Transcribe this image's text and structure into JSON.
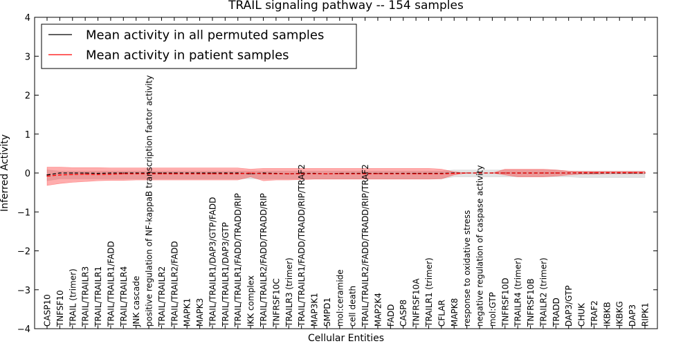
{
  "chart_data": {
    "type": "line",
    "title": "TRAIL signaling pathway -- 154 samples",
    "xlabel": "Cellular Entities",
    "ylabel": "Inferred Activity",
    "ylim": [
      -4,
      4
    ],
    "yticks": [
      -4,
      -3,
      -2,
      -1,
      0,
      1,
      2,
      3,
      4
    ],
    "ytick_labels": [
      "−4",
      "−3",
      "−2",
      "−1",
      "0",
      "1",
      "2",
      "3",
      "4"
    ],
    "grid": false,
    "legend_position": "top-left",
    "categories": [
      "CASP10",
      "TNFSF10",
      "TRAIL (trimer)",
      "TRAIL/TRAILR3",
      "TRAIL/TRAILR1",
      "TRAIL/TRAILR1/FADD",
      "TRAIL/TRAILR4",
      "JNK cascade",
      "positive regulation of NF-kappaB transcription factor activity",
      "TRAIL/TRAILR2",
      "TRAIL/TRAILR2/FADD",
      "MAPK1",
      "MAPK3",
      "TRAIL/TRAILR1/DAP3/GTP/FADD",
      "TRAIL/TRAILR1/DAP3/GTP",
      "TRAIL/TRAILR1/FADD/TRADD/RIP",
      "IKK complex",
      "TRAIL/TRAILR2/FADD/TRADD/RIP",
      "TNFRSF10C",
      "TRAILR3 (trimer)",
      "TRAIL/TRAILR1/FADD/TRADD/RIP/TRAF2",
      "MAP3K1",
      "SMPD1",
      "mol:ceramide",
      "cell death",
      "TRAIL/TRAILR2/FADD/TRADD/RIP/TRAF2",
      "MAP2K4",
      "FADD",
      "CASP8",
      "TNFRSF10A",
      "TRAILR1 (trimer)",
      "CFLAR",
      "MAPK8",
      "response to oxidative stress",
      "negative regulation of caspase activity",
      "mol:GTP",
      "TNFRSF10D",
      "TRAILR4 (trimer)",
      "TNFRSF10B",
      "TRAILR2 (trimer)",
      "TRADD",
      "DAP3/GTP",
      "CHUK",
      "TRAF2",
      "IKBKB",
      "IKBKG",
      "DAP3",
      "RIPK1"
    ],
    "series": [
      {
        "name": "Mean activity in all permuted samples",
        "color": "#000000",
        "band_color": "#bfbfbf",
        "values": [
          -0.05,
          0.0,
          0.0,
          0.0,
          -0.01,
          0.0,
          0.0,
          0.0,
          0.0,
          0.0,
          0.0,
          0.0,
          0.0,
          0.0,
          0.0,
          0.0,
          -0.02,
          0.0,
          -0.01,
          -0.02,
          -0.01,
          -0.01,
          -0.02,
          -0.01,
          -0.01,
          -0.01,
          -0.01,
          -0.01,
          -0.01,
          -0.01,
          -0.01,
          -0.01,
          0.0,
          0.0,
          0.0,
          0.0,
          0.0,
          0.0,
          0.0,
          0.0,
          0.0,
          0.0,
          0.0,
          0.0,
          0.0,
          0.0,
          0.0,
          0.0
        ],
        "band_lower": [
          -0.2,
          -0.15,
          -0.15,
          -0.15,
          -0.15,
          -0.15,
          -0.15,
          -0.15,
          -0.15,
          -0.15,
          -0.15,
          -0.15,
          -0.15,
          -0.15,
          -0.15,
          -0.15,
          -0.15,
          -0.15,
          -0.15,
          -0.15,
          -0.15,
          -0.15,
          -0.15,
          -0.15,
          -0.15,
          -0.15,
          -0.15,
          -0.15,
          -0.15,
          -0.15,
          -0.15,
          -0.15,
          -0.1,
          -0.1,
          -0.1,
          -0.1,
          -0.1,
          -0.1,
          -0.1,
          -0.1,
          -0.1,
          -0.1,
          -0.12,
          -0.12,
          -0.12,
          -0.12,
          -0.12,
          -0.12
        ],
        "band_upper": [
          0.08,
          0.05,
          0.05,
          0.05,
          0.05,
          0.05,
          0.05,
          0.05,
          0.05,
          0.05,
          0.05,
          0.05,
          0.05,
          0.05,
          0.05,
          0.05,
          0.05,
          0.05,
          0.05,
          0.05,
          0.05,
          0.05,
          0.05,
          0.05,
          0.05,
          0.05,
          0.05,
          0.05,
          0.05,
          0.05,
          0.05,
          0.05,
          0.08,
          0.08,
          0.08,
          0.08,
          0.08,
          0.08,
          0.08,
          0.08,
          0.08,
          0.05,
          0.05,
          0.05,
          0.05,
          0.05,
          0.05,
          0.05
        ]
      },
      {
        "name": "Mean activity in patient samples",
        "color": "#ff0000",
        "band_color": "#ff0000",
        "values": [
          -0.08,
          -0.05,
          -0.04,
          -0.03,
          -0.04,
          -0.03,
          -0.02,
          -0.02,
          -0.02,
          -0.02,
          -0.02,
          -0.02,
          -0.02,
          -0.02,
          -0.02,
          -0.02,
          0.0,
          -0.02,
          -0.02,
          -0.02,
          -0.02,
          -0.02,
          -0.02,
          -0.02,
          -0.02,
          -0.02,
          -0.02,
          -0.02,
          -0.02,
          -0.02,
          -0.02,
          -0.02,
          -0.01,
          0.0,
          0.0,
          0.0,
          0.0,
          0.0,
          0.0,
          0.0,
          0.0,
          0.0,
          0.01,
          0.01,
          0.01,
          0.01,
          0.01,
          0.01
        ],
        "band_lower": [
          -0.32,
          -0.27,
          -0.24,
          -0.22,
          -0.2,
          -0.19,
          -0.19,
          -0.18,
          -0.18,
          -0.18,
          -0.18,
          -0.18,
          -0.18,
          -0.18,
          -0.18,
          -0.18,
          -0.1,
          -0.2,
          -0.18,
          -0.18,
          -0.17,
          -0.16,
          -0.16,
          -0.16,
          -0.16,
          -0.16,
          -0.16,
          -0.16,
          -0.16,
          -0.16,
          -0.16,
          -0.15,
          -0.05,
          0.0,
          0.0,
          0.0,
          -0.05,
          -0.1,
          -0.1,
          -0.1,
          -0.08,
          -0.05,
          -0.03,
          -0.03,
          -0.02,
          -0.02,
          -0.02,
          -0.02
        ],
        "band_upper": [
          0.15,
          0.15,
          0.14,
          0.14,
          0.14,
          0.13,
          0.13,
          0.13,
          0.13,
          0.13,
          0.13,
          0.13,
          0.13,
          0.13,
          0.13,
          0.13,
          0.1,
          0.12,
          0.12,
          0.12,
          0.12,
          0.12,
          0.12,
          0.12,
          0.12,
          0.12,
          0.12,
          0.12,
          0.12,
          0.12,
          0.12,
          0.1,
          0.03,
          0.0,
          0.0,
          0.0,
          0.1,
          0.1,
          0.1,
          0.1,
          0.08,
          0.05,
          0.04,
          0.04,
          0.04,
          0.04,
          0.04,
          0.04
        ]
      }
    ]
  }
}
